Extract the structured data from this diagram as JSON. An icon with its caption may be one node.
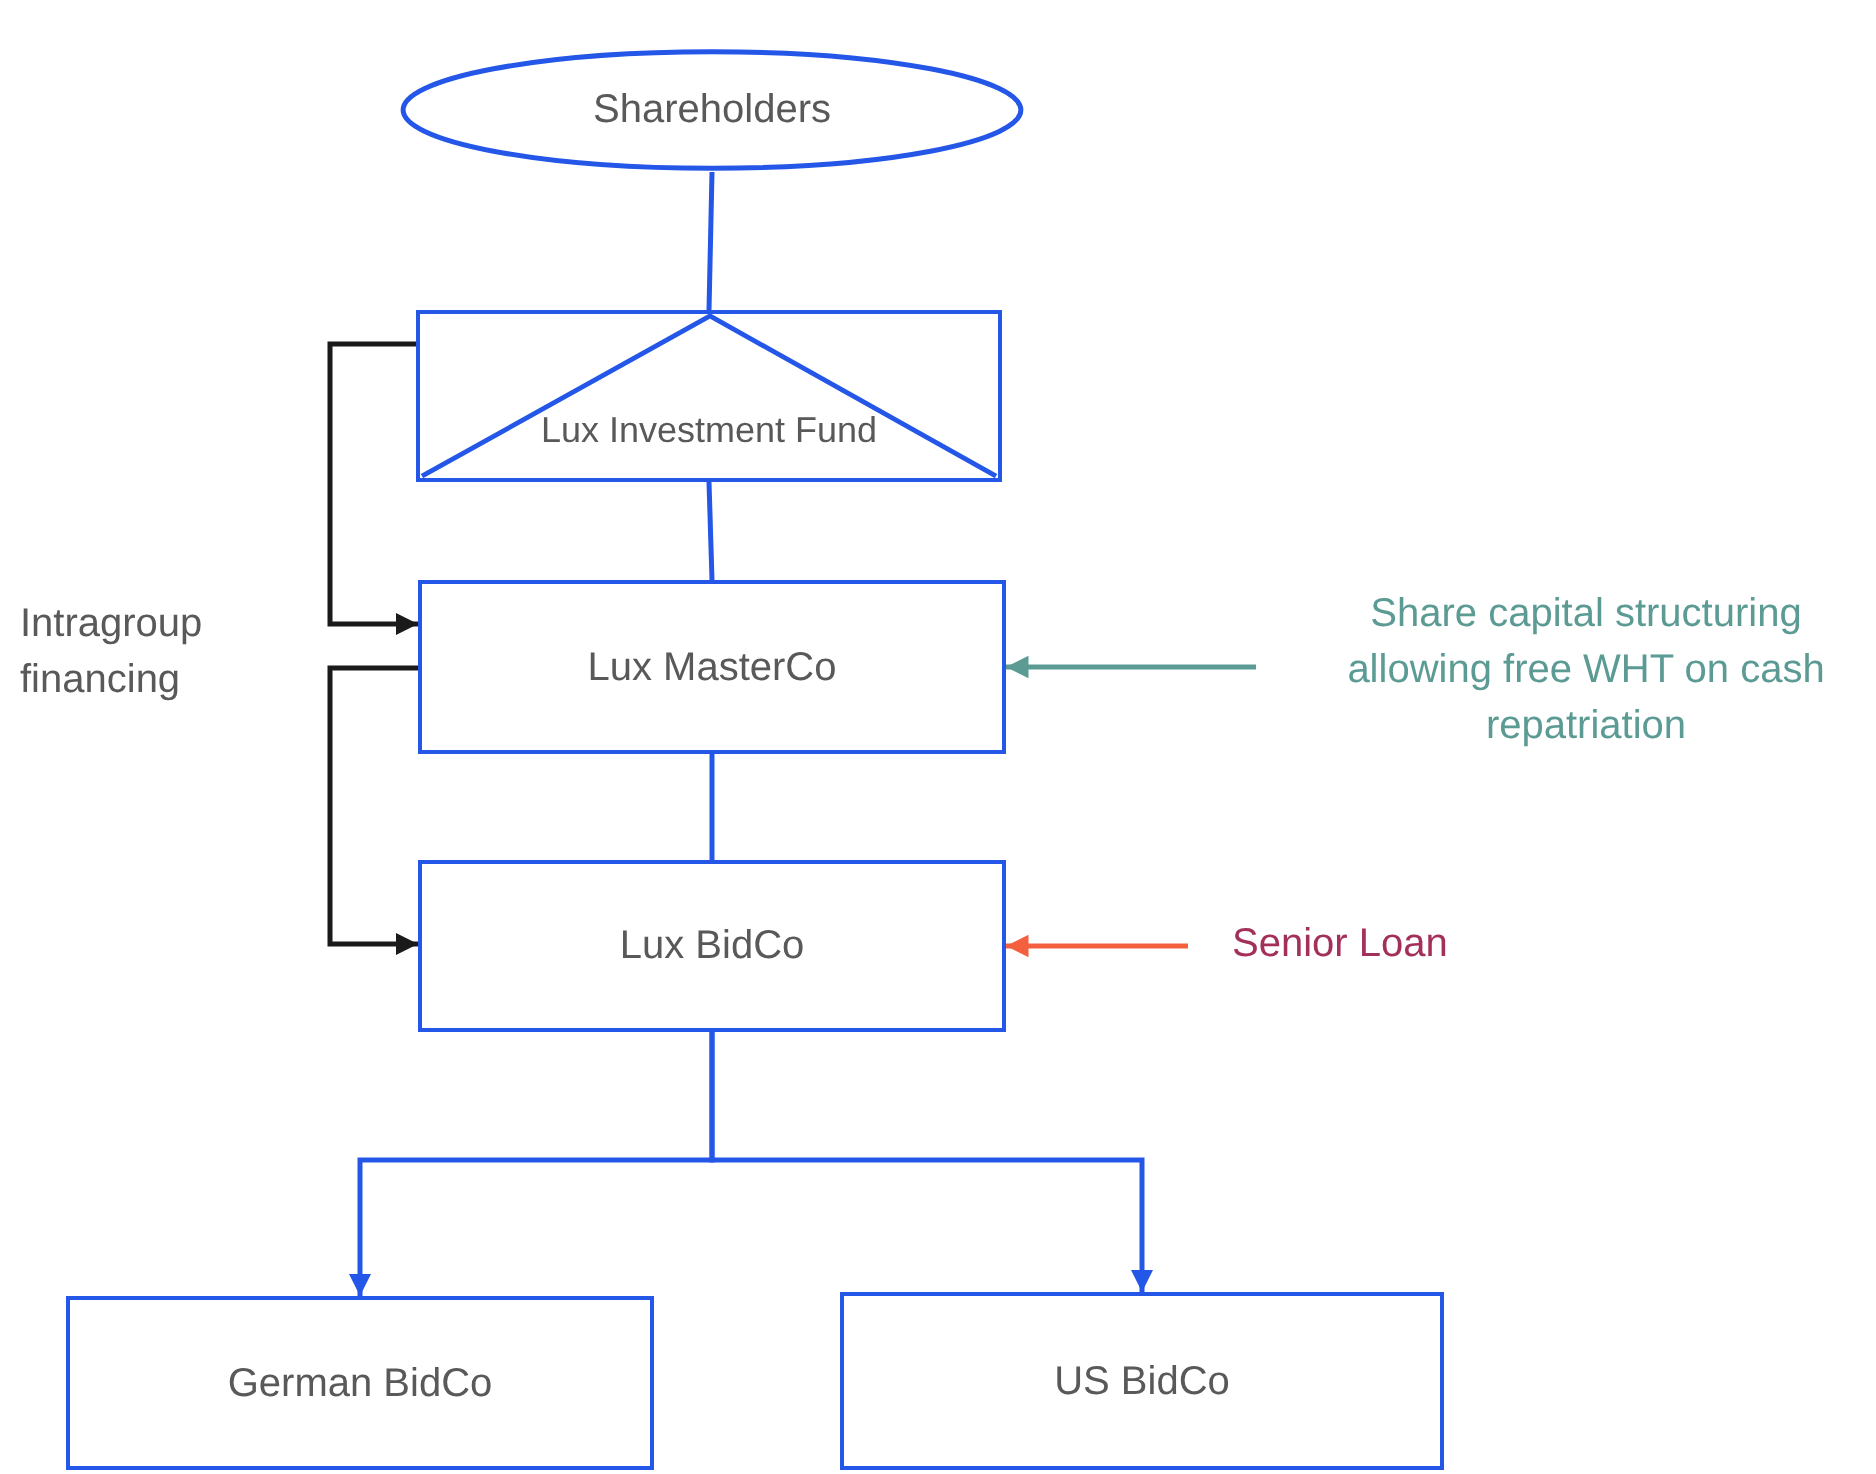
{
  "diagram": {
    "nodes": [
      {
        "text": [
          "Shareholders"
        ]
      },
      {
        "text": [
          "Lux Investment Fund"
        ]
      },
      {
        "text": [
          "Lux MasterCo"
        ]
      },
      {
        "text": [
          "Lux BidCo"
        ]
      },
      {
        "text": [
          "German BidCo"
        ]
      },
      {
        "text": [
          "US BidCo"
        ]
      },
      {
        "text": [
          "Share capital structuring allowing free WHT on cash repatriation"
        ]
      },
      {
        "text": [
          "Senior Loan"
        ]
      }
    ],
    "edges": [
      {
        "from": 0,
        "to": 1,
        "arrow": "none"
      },
      {
        "from": 1,
        "to": 2,
        "arrow": "none"
      },
      {
        "from": 2,
        "to": 3,
        "arrow": "none"
      },
      {
        "from": 3,
        "to": 4,
        "arrow": "to"
      },
      {
        "from": 3,
        "to": 5,
        "arrow": "to"
      },
      {
        "from": 1,
        "to": 2,
        "arrow": "to",
        "color": "#1a1a1a"
      },
      {
        "from": 2,
        "to": 3,
        "arrow": "to",
        "color": "#1a1a1a"
      },
      {
        "from": 6,
        "to": 2,
        "arrow": "to",
        "color": "#5b9b94"
      },
      {
        "from": 7,
        "to": 3,
        "arrow": "to",
        "color": "#f4603e"
      }
    ],
    "labels": [
      "Intragroup financing"
    ]
  }
}
